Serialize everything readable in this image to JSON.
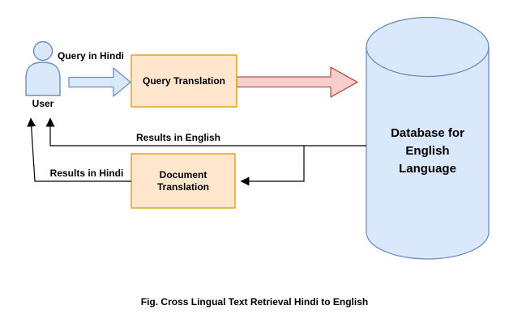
{
  "figure_caption": "Fig. Cross Lingual Text Retrieval Hindi to English",
  "actors": {
    "user": {
      "label": "User",
      "icon": "person-icon"
    }
  },
  "nodes": {
    "query_translation": {
      "label": "Query Translation"
    },
    "document_translation": {
      "label": "Document Translation"
    },
    "database": {
      "label": "Database for English Language"
    }
  },
  "flows": {
    "query_in_hindi": "Query in Hindi",
    "results_in_english": "Results in English",
    "results_in_hindi": "Results in Hindi"
  },
  "colors": {
    "process_fill": "#FFE6CC",
    "process_stroke": "#D79B00",
    "actor_fill": "#DAE8FC",
    "actor_stroke": "#6C8EBF",
    "database_fill": "#DAE8FC",
    "database_stroke": "#6C8EBF",
    "query_arrow_fill": "#DAE8FC",
    "query_arrow_stroke": "#6C8EBF",
    "translated_arrow_fill": "#F8CECC",
    "translated_arrow_stroke": "#B85450",
    "connector_stroke": "#000000",
    "background": "#FFFFFF"
  }
}
